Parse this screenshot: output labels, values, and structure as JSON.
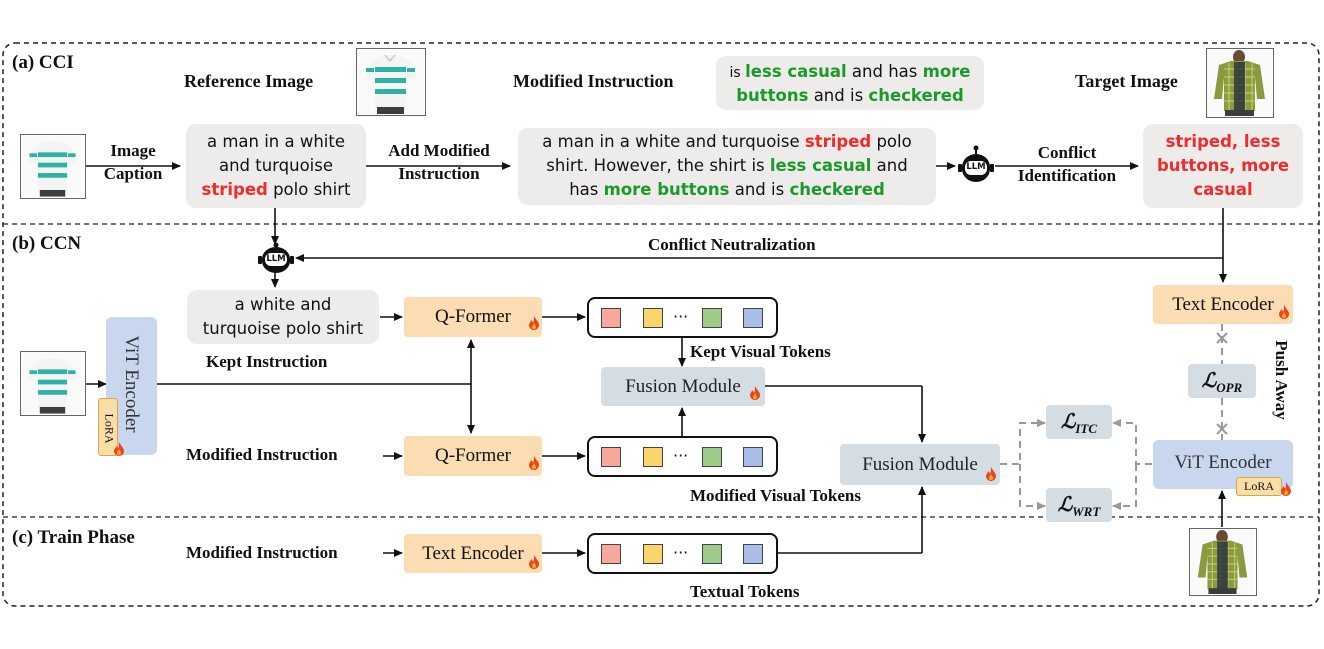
{
  "sections": {
    "cci": "(a) CCI",
    "ccn": "(b) CCN",
    "train": "(c) Train Phase"
  },
  "cci": {
    "reference_image_label": "Reference Image",
    "modified_instruction_label": "Modified Instruction",
    "target_image_label": "Target Image",
    "image_caption_label_1": "Image",
    "image_caption_label_2": "Caption",
    "caption_text_1": "a man in a white",
    "caption_text_2": "and turquoise",
    "caption_striped": "striped",
    "caption_text_3": " polo shirt",
    "add_modified_1": "Add Modified",
    "add_modified_2": "Instruction",
    "instr_is_1": "is ",
    "instr_less_casual": "less casual",
    "instr_and_has": " and has ",
    "instr_more": "more",
    "instr_buttons": "buttons",
    "instr_and_is": " and is ",
    "instr_checkered": "checkered",
    "combined_1": "a man in a white and turquoise ",
    "combined_striped": "striped",
    "combined_2": " polo",
    "combined_3": "shirt. However, the shirt is ",
    "combined_less_casual": "less casual",
    "combined_4": " and",
    "combined_5": "has ",
    "combined_more_buttons": "more buttons",
    "combined_6": " and is ",
    "combined_checkered": "checkered",
    "llm_label": "LLM",
    "conflict_1": "Conflict",
    "conflict_2": "Identification",
    "conflict_result_1": "striped, less",
    "conflict_result_2": "buttons, more",
    "conflict_result_3": "casual"
  },
  "ccn": {
    "conflict_neutralization": "Conflict Neutralization",
    "llm_label": "LLM",
    "kept_text_1": "a white and",
    "kept_text_2": "turquoise polo shirt",
    "kept_instruction_label": "Kept Instruction",
    "vit_encoder": "ViT Encoder",
    "lora": "LoRA",
    "qformer_top": "Q-Former",
    "qformer_bottom": "Q-Former",
    "kept_visual_tokens": "Kept Visual Tokens",
    "fusion_module_top": "Fusion Module",
    "modified_instruction_label": "Modified Instruction",
    "modified_visual_tokens": "Modified Visual Tokens",
    "fusion_module_main": "Fusion Module",
    "loss_itc": "ℒ",
    "loss_itc_sub": "ITC",
    "loss_wrt": "ℒ",
    "loss_wrt_sub": "WRT",
    "loss_opr": "ℒ",
    "loss_opr_sub": "OPR",
    "text_encoder_right": "Text Encoder",
    "push_away": "Push Away",
    "vit_encoder_right": "ViT Encoder",
    "lora_right": "LoRA",
    "token_dots": "···"
  },
  "train": {
    "modified_instruction_label": "Modified Instruction",
    "text_encoder": "Text Encoder",
    "textual_tokens": "Textual Tokens"
  },
  "colors": {
    "token_red": "#f7a79b",
    "token_yellow": "#f9d66b",
    "token_green": "#9ccb8a",
    "token_blue": "#a9bde6",
    "fire": "#e8461c"
  }
}
